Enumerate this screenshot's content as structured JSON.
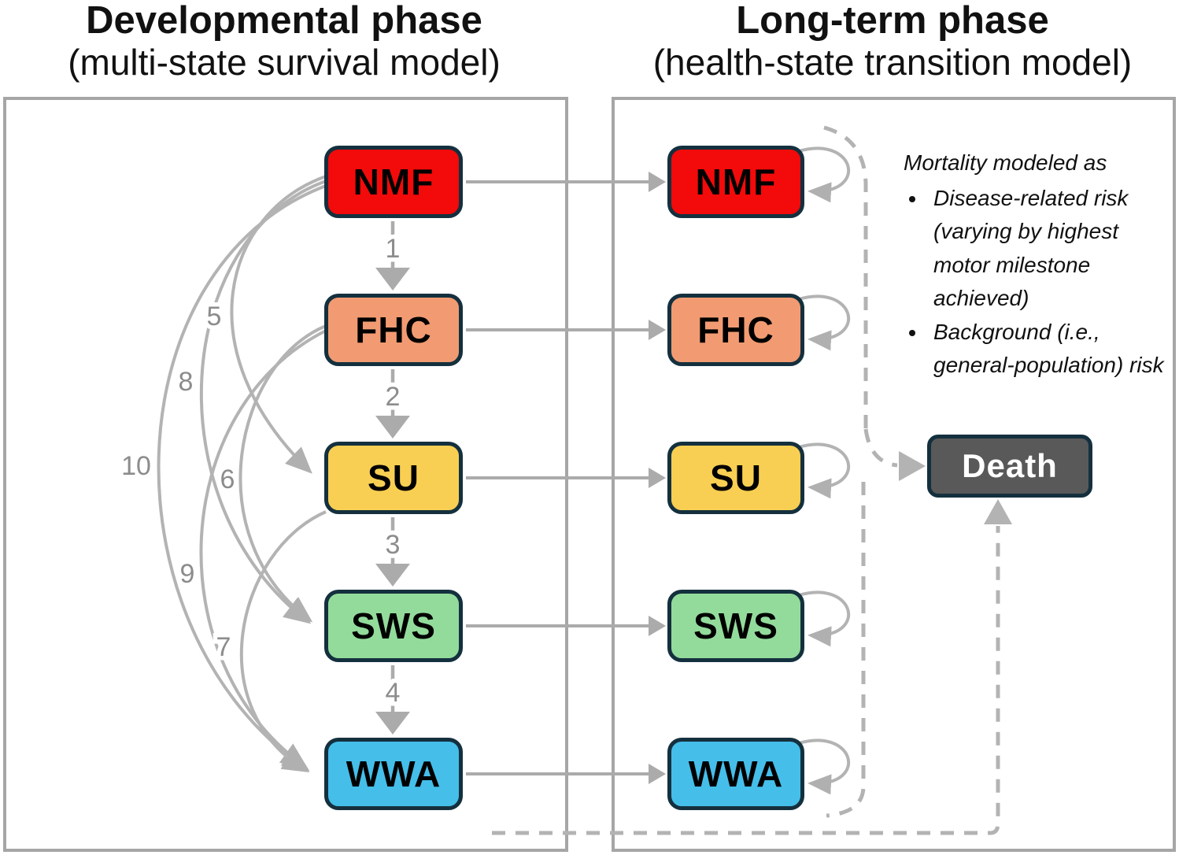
{
  "titles": {
    "left": {
      "title": "Developmental phase",
      "subtitle": "(multi-state survival model)"
    },
    "right": {
      "title": "Long-term phase",
      "subtitle": "(health-state transition model)"
    }
  },
  "states": [
    {
      "id": "nmf",
      "label": "NMF",
      "color": "#F30A0A"
    },
    {
      "id": "fhc",
      "label": "FHC",
      "color": "#F29B72"
    },
    {
      "id": "su",
      "label": "SU",
      "color": "#F8CF52"
    },
    {
      "id": "sws",
      "label": "SWS",
      "color": "#93DB9B"
    },
    {
      "id": "wwa",
      "label": "WWA",
      "color": "#45BEEA"
    }
  ],
  "left_panel": {
    "transition_labels": {
      "t1": "1",
      "t2": "2",
      "t3": "3",
      "t4": "4",
      "t5": "5",
      "t6": "6",
      "t7": "7",
      "t8": "8",
      "t9": "9",
      "t10": "10"
    }
  },
  "right_panel": {
    "death_label": "Death",
    "mortality_note": {
      "intro": "Mortality modeled as",
      "bullets": [
        "Disease-related risk (varying by highest motor milestone achieved)",
        "Background (i.e., general-population) risk"
      ]
    }
  },
  "colors": {
    "death": "#595959",
    "box_border": "#14303E",
    "arrow_gray": "#B0B0B0",
    "panel_border": "#A6A6A6",
    "number_gray": "#8C8C8C"
  }
}
